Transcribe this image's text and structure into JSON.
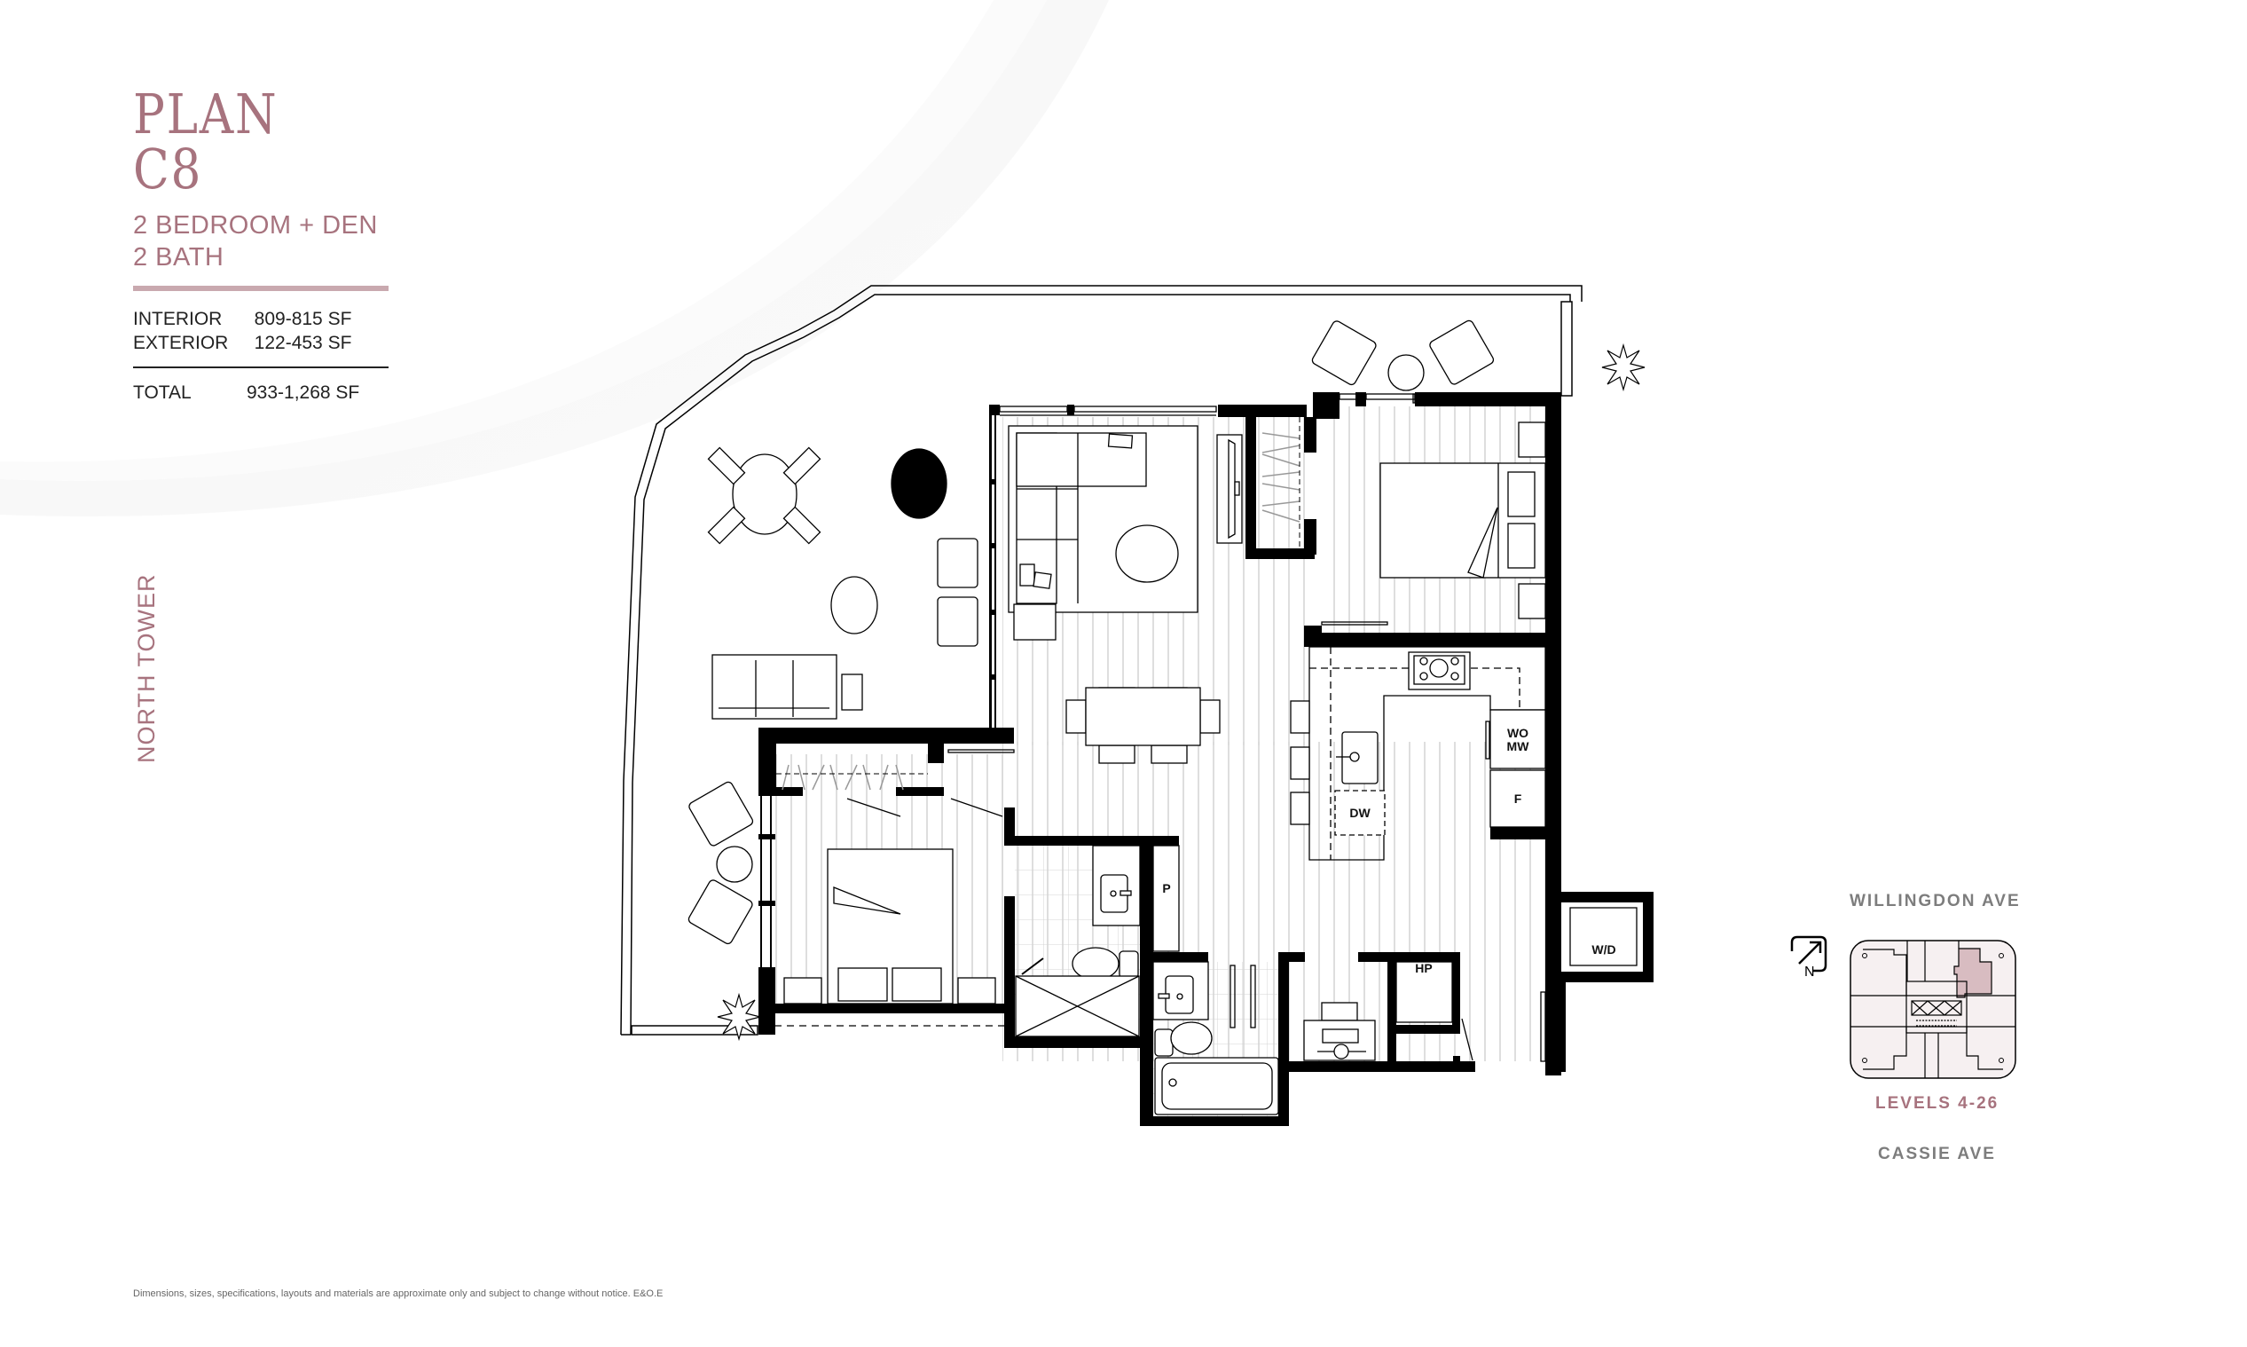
{
  "plan": {
    "title": "PLAN C8",
    "bedrooms": "2 BEDROOM + DEN",
    "baths": "2 BATH",
    "areas": [
      {
        "label": "INTERIOR",
        "value": "809-815 SF"
      },
      {
        "label": "EXTERIOR",
        "value": "122-453 SF"
      }
    ],
    "total": {
      "label": "TOTAL",
      "value": "933-1,268 SF"
    },
    "tower": "NORTH TOWER"
  },
  "floorplan": {
    "labels": {
      "oven_microwave_1": "WO",
      "oven_microwave_2": "MW",
      "fridge": "F",
      "dishwasher": "DW",
      "pantry": "P",
      "heat_pump": "HP",
      "washer_dryer": "W/D"
    }
  },
  "keyplan": {
    "street_top": "WILLINGDON AVE",
    "levels": "LEVELS 4-26",
    "street_bottom": "CASSIE AVE",
    "north_label": "N",
    "highlight_color": "#d8bcc1"
  },
  "colors": {
    "accent": "#a7737e",
    "accent_rule": "#c9a9af",
    "wall": "#000000"
  },
  "disclaimer": "Dimensions, sizes, specifications, layouts and materials are approximate only and subject to change without notice. E&O.E"
}
